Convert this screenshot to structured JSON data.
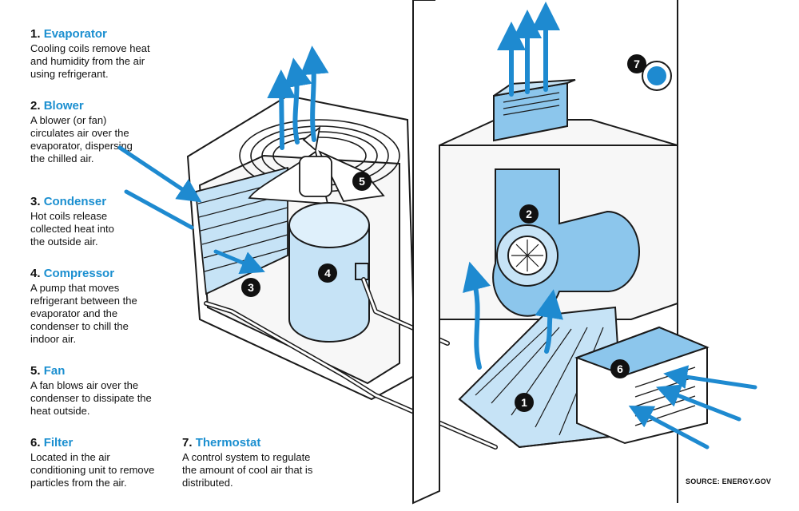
{
  "legend": [
    {
      "num": "1.",
      "name": "Evaporator",
      "desc": "Cooling coils remove heat and humidity from the air using refrigerant."
    },
    {
      "num": "2.",
      "name": "Blower",
      "desc": "A blower (or fan) circulates air over the evaporator, dispersing the chilled air."
    },
    {
      "num": "3.",
      "name": "Condenser",
      "desc": "Hot coils release collected heat into the outside air."
    },
    {
      "num": "4.",
      "name": "Compressor",
      "desc": "A pump that moves refrigerant between the evaporator and the condenser to chill the indoor air."
    },
    {
      "num": "5.",
      "name": "Fan",
      "desc": "A fan blows air over the condenser to dissipate the heat outside."
    },
    {
      "num": "6.",
      "name": "Filter",
      "desc": "Located in the air conditioning unit to remove particles from the air."
    },
    {
      "num": "7.",
      "name": "Thermostat",
      "desc": "A control system to regulate the amount of cool air that is distributed."
    }
  ],
  "badges": [
    "1",
    "2",
    "3",
    "4",
    "5",
    "6",
    "7"
  ],
  "source": "SOURCE: ENERGY.GOV",
  "colors": {
    "accent": "#1b8fd0",
    "part_fill": "#c6e3f6",
    "part_mid": "#8cc6ec",
    "airflow": "#1e8ad0",
    "outline": "#1a1a1a",
    "badge": "#111111"
  }
}
